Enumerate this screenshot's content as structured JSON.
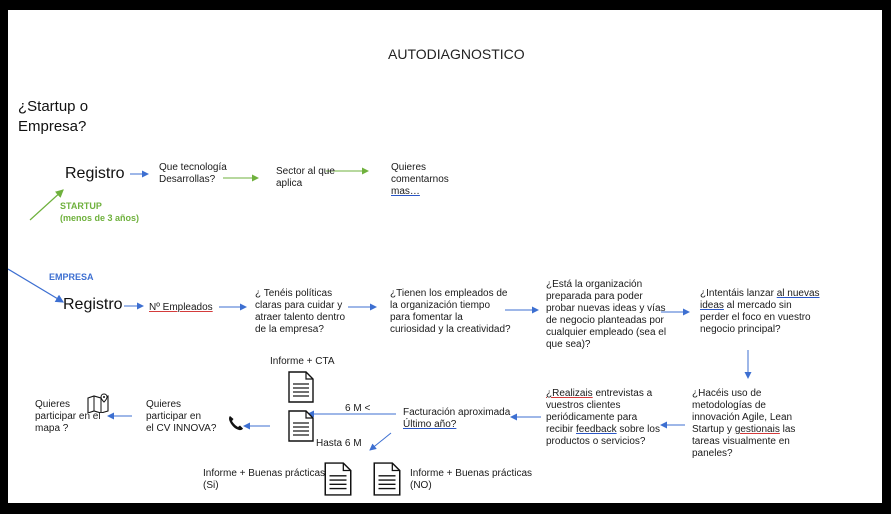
{
  "title": "AUTODIAGNOSTICO",
  "question": [
    "¿Startup o",
    "Empresa?"
  ],
  "startup": {
    "label": "STARTUP",
    "sublabel": "(menos de 3 años)",
    "registro": "Registro",
    "tecnologia": [
      "Que tecnología",
      "Desarrollas?"
    ],
    "sector": [
      "Sector al que",
      "aplica"
    ],
    "quieres_comentarnos": [
      "Quieres",
      "comentarnos",
      "mas…"
    ]
  },
  "empresa": {
    "label": "EMPRESA",
    "registro": "Registro",
    "empleados": "Nº Empleados",
    "politicas": [
      "¿ Tenéis políticas",
      "claras para cuidar y",
      "atraer talento dentro",
      "de la empresa?"
    ],
    "tiempo": [
      "¿Tienen los empleados de",
      "la organización tiempo",
      "para fomentar la",
      "curiosidad y la creatividad?"
    ],
    "organizacion": [
      "¿Está la organización",
      "preparada para poder",
      "probar nuevas ideas y vías",
      "de negocio planteadas por",
      "cualquier empleado (sea el",
      "que sea)?"
    ],
    "lanzar": {
      "pre": "¿Intentáis lanzar ",
      "u1": "al nuevas",
      "u2": "ideas",
      "post1": " al mercado sin",
      "line3": "perder el foco en vuestro",
      "line4": "negocio principal?"
    },
    "metodologias": {
      "l1": "¿Hacéis uso de",
      "l2": "metodologías de",
      "l3": "innovación Agile, Lean",
      "l4a": "Startup y ",
      "l4u": "gestionais",
      "l4b": " las",
      "l5": "tareas visualmente en",
      "l6": "paneles?"
    },
    "entrevistas": {
      "u": "¿Realizais",
      "l1b": " entrevistas a",
      "l2": "vuestros clientes",
      "l3": "periódicamente para",
      "l4a": "recibir ",
      "l4u": "feedback",
      "l4b": " sobre los",
      "l5": "productos o servicios?"
    },
    "facturacion": [
      "Facturación aproximada",
      "Último año?"
    ],
    "mas_6m": "6 M <",
    "hasta_6m": "Hasta 6 M",
    "informe_cta": "Informe + CTA",
    "informe_si": [
      "Informe + Buenas prácticas",
      "(Si)"
    ],
    "informe_no": [
      "Informe + Buenas prácticas",
      "(NO)"
    ],
    "cv_innova": [
      "Quieres",
      "participar en",
      "el CV INNOVA?"
    ],
    "mapa": [
      "Quieres",
      "participar en el",
      "mapa ?"
    ]
  },
  "colors": {
    "green": "#6fb13d",
    "blue": "#3d6fd1",
    "frame": "#000000"
  }
}
